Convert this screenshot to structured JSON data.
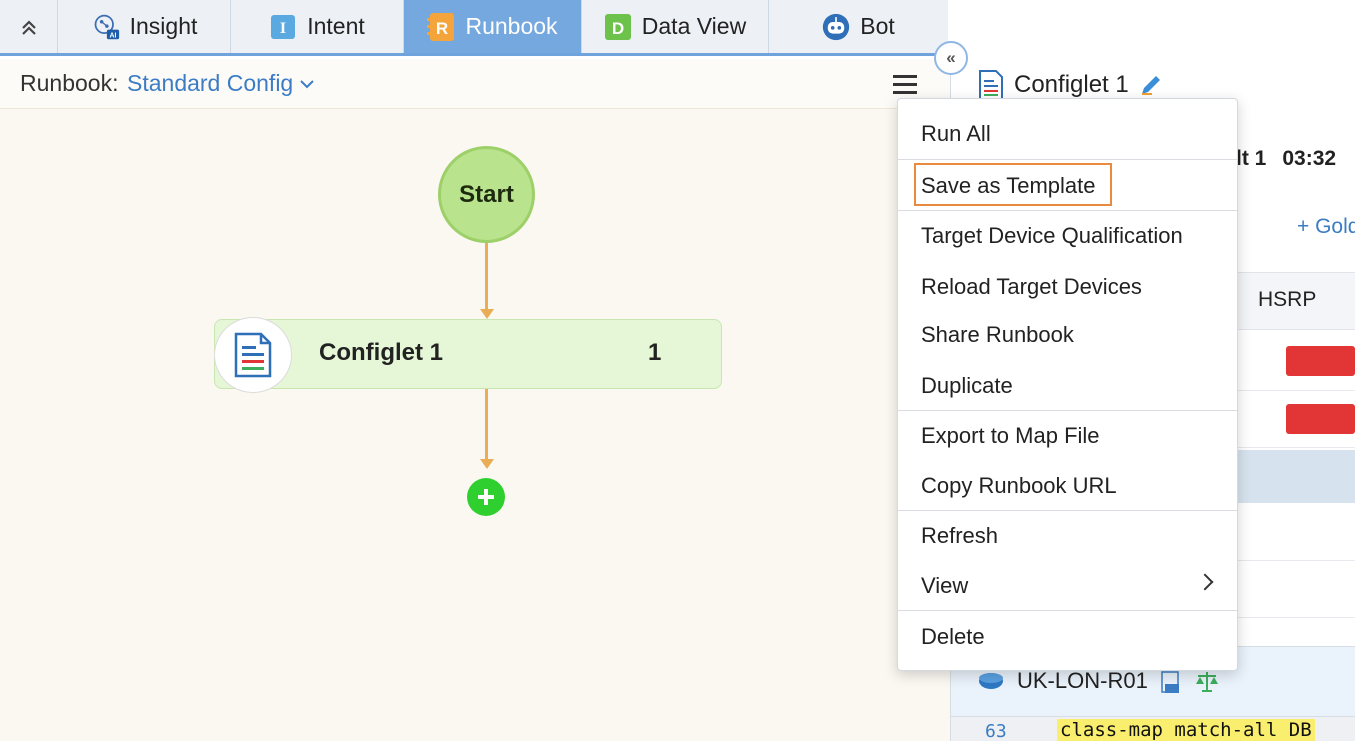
{
  "tabs": [
    {
      "label": "Insight",
      "icon": "insight-ai-icon"
    },
    {
      "label": "Intent",
      "icon": "intent-icon",
      "badge": "I"
    },
    {
      "label": "Runbook",
      "icon": "runbook-icon",
      "badge": "R",
      "active": true
    },
    {
      "label": "Data View",
      "icon": "data-view-icon",
      "badge": "D"
    },
    {
      "label": "Bot",
      "icon": "bot-icon"
    }
  ],
  "runbook": {
    "label": "Runbook:",
    "name": "Standard Config"
  },
  "flow": {
    "start_label": "Start",
    "configlet_name": "Configlet 1",
    "configlet_count": "1"
  },
  "right_panel": {
    "title": "Configlet 1",
    "result_label": "lt 1",
    "result_time": "03:32",
    "golden_link": "+ Gold",
    "column_header": "HSRP",
    "device_name": "UK-LON-R01",
    "line_number": "63",
    "code_line": "class-map match-all DB"
  },
  "menu": {
    "items": [
      {
        "label": "Run All"
      },
      {
        "label": "Save as Template",
        "highlighted": true
      },
      {
        "label": "Target Device Qualification"
      },
      {
        "label": "Reload Target Devices"
      },
      {
        "label": "Share Runbook"
      },
      {
        "label": "Duplicate"
      },
      {
        "label": "Export to Map File"
      },
      {
        "label": "Copy Runbook URL"
      },
      {
        "label": "Refresh"
      },
      {
        "label": "View",
        "has_submenu": true
      },
      {
        "label": "Delete"
      }
    ]
  },
  "colors": {
    "tab_active": "#74a8de",
    "start_node": "#b9e38d",
    "connector": "#e9ae55",
    "add_node": "#2fcf2f",
    "link_blue": "#3b7cc4",
    "highlight_border": "#e98a3f",
    "status_red": "#e23636"
  }
}
